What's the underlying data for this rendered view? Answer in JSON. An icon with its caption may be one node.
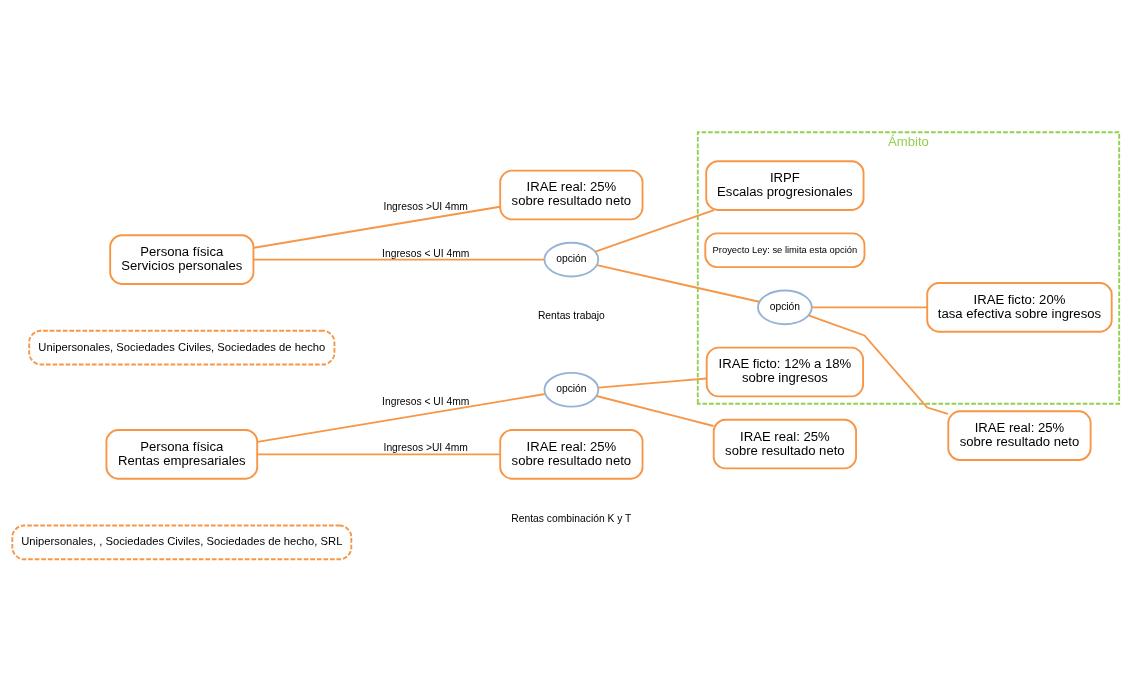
{
  "diagram": {
    "nodes": [
      {
        "text": [
          "Persona física",
          "Servicios personales"
        ]
      },
      {
        "text": [
          "Unipersonales, Sociedades Civiles, Sociedades de hecho"
        ]
      },
      {
        "text": [
          "IRAE real: 25%",
          "sobre resultado neto"
        ]
      },
      {
        "text": [
          "opción"
        ]
      },
      {
        "text": [
          "Ámbito"
        ]
      },
      {
        "text": [
          "IRPF",
          "Escalas progresionales"
        ],
        "in": 4
      },
      {
        "text": [
          "Proyecto Ley: se limita esta opción"
        ],
        "in": 4
      },
      {
        "text": [
          "opción"
        ],
        "in": 4
      },
      {
        "text": [
          "IRAE ficto: 20%",
          "tasa efectiva sobre ingresos"
        ],
        "in": 4
      },
      {
        "text": [
          "IRAE ficto: 12% a 18%",
          "sobre ingresos"
        ],
        "in": 4
      },
      {
        "text": [
          "IRAE real: 25%",
          "sobre resultado neto"
        ]
      },
      {
        "text": [
          "Persona física",
          "Rentas empresariales"
        ]
      },
      {
        "text": [
          "Unipersonales, , Sociedades Civiles, Sociedades de hecho, SRL"
        ]
      },
      {
        "text": [
          "opción"
        ]
      },
      {
        "text": [
          "IRAE real: 25%",
          "sobre resultado neto"
        ]
      },
      {
        "text": [
          "IRAE real: 25%",
          "sobre resultado neto"
        ]
      }
    ],
    "edges": [
      {
        "from": 0,
        "to": 2,
        "arrow": "none",
        "label": "Ingresos >UI 4mm"
      },
      {
        "from": 0,
        "to": 3,
        "arrow": "none",
        "label": "Ingresos < UI 4mm"
      },
      {
        "from": 3,
        "to": 5,
        "arrow": "none"
      },
      {
        "from": 3,
        "to": 7,
        "arrow": "none"
      },
      {
        "from": 7,
        "to": 8,
        "arrow": "none"
      },
      {
        "from": 7,
        "to": 10,
        "arrow": "none"
      },
      {
        "from": 11,
        "to": 13,
        "arrow": "none",
        "label": "Ingresos < UI 4mm"
      },
      {
        "from": 11,
        "to": 15,
        "arrow": "none",
        "label": "Ingresos >UI 4mm"
      },
      {
        "from": 13,
        "to": 9,
        "arrow": "none"
      },
      {
        "from": 13,
        "to": 14,
        "arrow": "none"
      }
    ],
    "labels": [
      "Rentas trabajo",
      "Rentas combinación K y T"
    ]
  }
}
